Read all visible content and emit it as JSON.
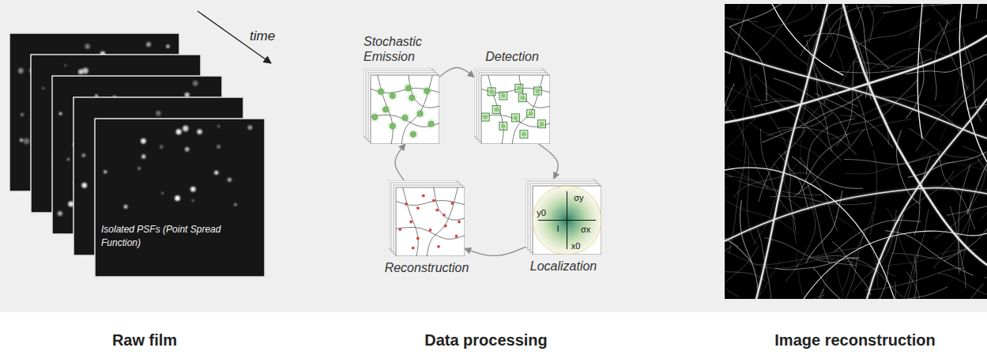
{
  "diagram": {
    "nodes": [
      {
        "text": [
          "Stochastic Emission"
        ]
      },
      {
        "text": [
          "Detection"
        ]
      },
      {
        "text": [
          "Reconstruction"
        ]
      },
      {
        "text": [
          "Localization"
        ]
      }
    ],
    "edges": [
      {
        "from": 0,
        "to": 1,
        "arrow": "to"
      },
      {
        "from": 1,
        "to": 3,
        "arrow": "to"
      },
      {
        "from": 3,
        "to": 2,
        "arrow": "to"
      },
      {
        "from": 2,
        "to": 0,
        "arrow": "to"
      }
    ],
    "labels": [
      "time",
      "Isolated PSFs (Point Spread Function)",
      "Raw film",
      "Data processing",
      "Image reconstruction",
      "σy",
      "σx",
      "x0",
      "y0",
      "I"
    ]
  }
}
